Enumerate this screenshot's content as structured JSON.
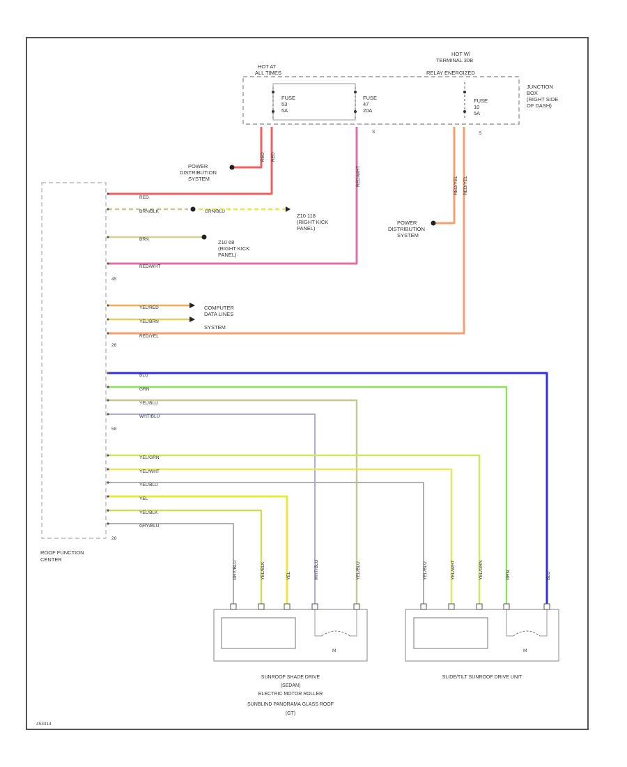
{
  "junction_box": {
    "hot_left": [
      "HOT AT",
      "ALL TIMES"
    ],
    "hot_right": [
      "HOT W/",
      "TERMINAL 30B",
      "RELAY ENERGIZED"
    ],
    "name": [
      "JUNCTION",
      "BOX",
      "(RIGHT SIDE",
      "OF DASH)"
    ],
    "fuse1": [
      "FUSE",
      "53",
      "5A"
    ],
    "fuse2": [
      "FUSE",
      "47",
      "20A"
    ],
    "fuse3": [
      "FUSE",
      "10",
      "5A"
    ]
  },
  "left": {
    "power_dist": [
      "POWER",
      "DISTRIBUTION",
      "SYSTEM"
    ],
    "z10_118": [
      "Z10 118",
      "(RIGHT KICK",
      "PANEL)"
    ],
    "z10_68": [
      "Z10 68",
      "(RIGHT KICK",
      "PANEL)"
    ],
    "computer_data": [
      "COMPUTER",
      "DATA LINES",
      "SYSTEM"
    ]
  },
  "right": {
    "power_dist": [
      "POWER",
      "DISTRIBUTION",
      "SYSTEM"
    ]
  },
  "module": {
    "name": [
      "ROOF FUNCTION",
      "CENTER"
    ],
    "connectors": [
      "45",
      "26",
      "58",
      "26"
    ]
  },
  "wires": {
    "red": "RED",
    "brn_blk": "BRN/BLK",
    "grn_blu": "GRN/BLU",
    "brn": "BRN",
    "red_wht": "RED/WHT",
    "yel_red": "YEL/RED",
    "yel_brn": "YEL/BRN",
    "red_yel": "RED/YEL",
    "blu": "BLU",
    "grn": "GRN",
    "yel_blu": "YEL/BLU",
    "wht_blu": "WHT/BLU",
    "yel_grn": "YEL/GRN",
    "yel_wht": "YEL/WHT",
    "yel_blu2": "YEL/BLU",
    "yel": "YEL",
    "yel_blk": "YEL/BLK",
    "gry_blu": "GRY/BLU"
  },
  "components": {
    "shade_drive": [
      "SUNROOF SHADE DRIVE",
      "(SEDAN)",
      "ELECTRIC MOTOR ROLLER",
      "SUNBLIND PANORAMA GLASS ROOF",
      "(GT)"
    ],
    "slide_tilt": [
      "SLIDE/TILT SUNROOF DRIVE UNIT"
    ],
    "motor_symbol": "M"
  },
  "footer": {
    "code": "453314"
  },
  "colors": {
    "red": "#f06060",
    "pink": "#e070a0",
    "orange": "#f5a070",
    "yellow": "#e8e840",
    "khaki": "#c8c890",
    "green": "#90e060",
    "blue": "#3030e0",
    "lightblue": "#9090e0",
    "gray": "#b0b0b0",
    "brown": "#c8b070"
  }
}
